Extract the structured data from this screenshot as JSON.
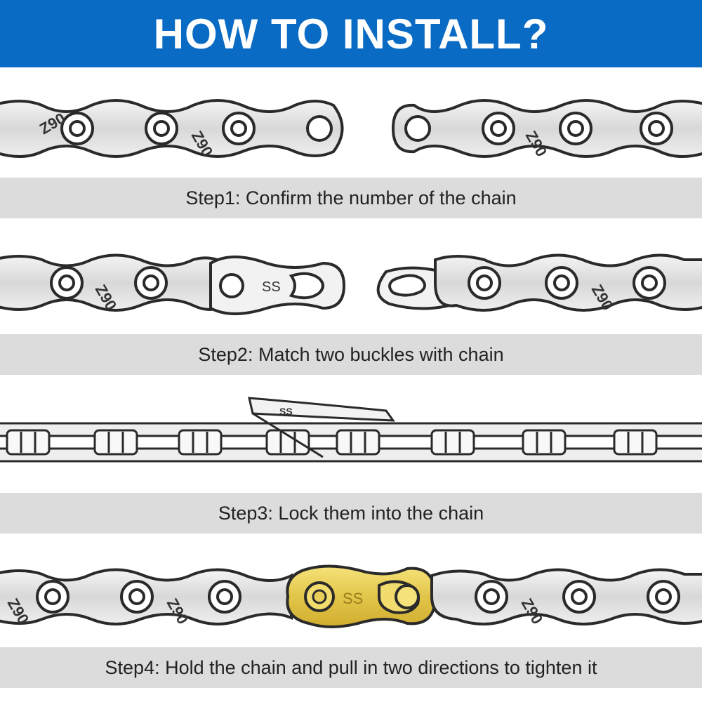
{
  "header": {
    "title": "HOW TO INSTALL?"
  },
  "theme": {
    "header_bg": "#0a6bc4",
    "band_bg": "#dcdcdc",
    "gold_link": "#e2c64a",
    "chain_stroke": "#2a2a2a"
  },
  "plate_marks": {
    "model": "Z90",
    "link": "SS"
  },
  "steps": [
    {
      "label": "Step1: Confirm the number of the chain",
      "illustration": "chain-open-ends"
    },
    {
      "label": "Step2: Match two buckles with chain",
      "illustration": "chain-with-buckles"
    },
    {
      "label": "Step3: Lock them into the chain",
      "illustration": "chain-side-locking"
    },
    {
      "label": "Step4: Hold the chain and pull in two directions to tighten it",
      "illustration": "chain-gold-link"
    }
  ]
}
